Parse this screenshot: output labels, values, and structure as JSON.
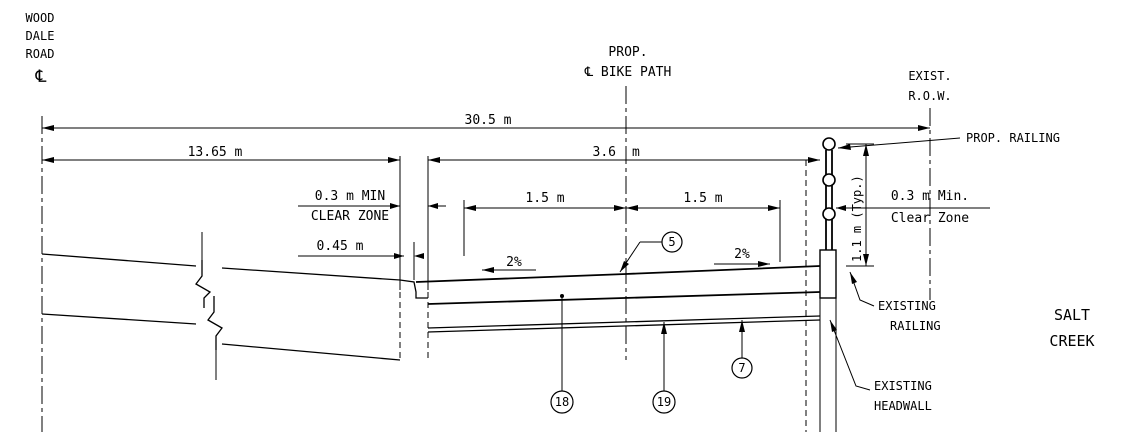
{
  "labels": {
    "road_cl": [
      "WOOD",
      "DALE",
      "ROAD"
    ],
    "cl_symbol": "℄",
    "bike_path_top": "PROP.",
    "bike_path_bottom": "℄ BIKE PATH",
    "row_top": "EXIST.",
    "row_bottom": "R.O.W.",
    "prop_railing": "PROP. RAILING",
    "clear_zone_left_top": "0.3 m MIN",
    "clear_zone_left_bottom": "CLEAR ZONE",
    "clear_zone_right_top": "0.3 m Min.",
    "clear_zone_right_bottom": "Clear Zone",
    "railing_height": "1.1 m (Typ.)",
    "existing_railing_top": "EXISTING",
    "existing_railing_bottom": "RAILING",
    "existing_headwall_top": "EXISTING",
    "existing_headwall_bottom": "HEADWALL",
    "creek_top": "SALT",
    "creek_bottom": "CREEK"
  },
  "dimensions": {
    "total": "30.5 m",
    "to_curb": "13.65 m",
    "path_width": "3.6",
    "path_unit": "m",
    "half_left": "1.5 m",
    "half_right": "1.5 m",
    "curb_offset": "0.45 m"
  },
  "slopes": {
    "left": "2%",
    "right": "2%"
  },
  "callouts": {
    "surface": "5",
    "base": "18",
    "subbase": "19",
    "fabric": "7"
  }
}
